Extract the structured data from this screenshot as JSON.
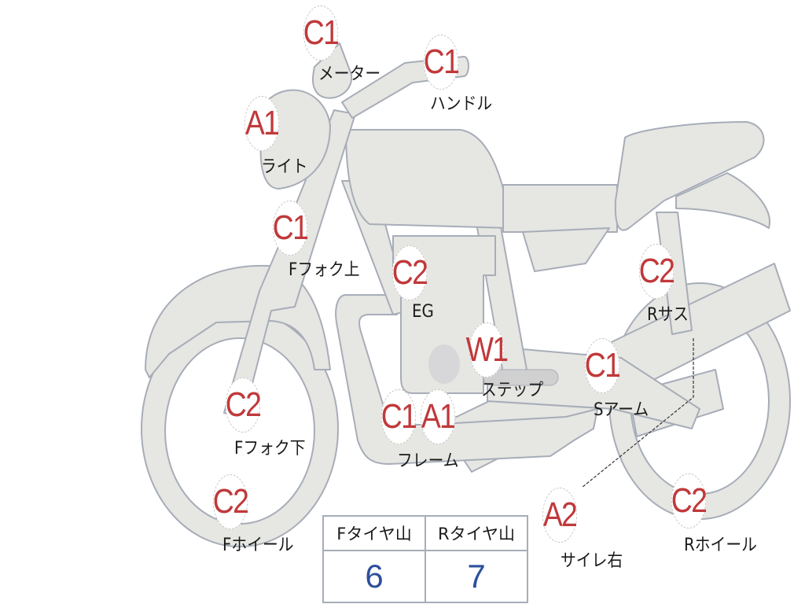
{
  "diagram": {
    "subject": "motorcycle inspection diagram",
    "colors": {
      "part_fill": "#e6e6e2",
      "part_stroke": "#a7adb8",
      "grade_text": "#c0393b",
      "label_text": "#1a1a1a",
      "table_value": "#2e4f9c"
    },
    "markers": [
      {
        "id": "meter",
        "grade": "C1",
        "label": "メーター"
      },
      {
        "id": "handle",
        "grade": "C1",
        "label": "ハンドル"
      },
      {
        "id": "light",
        "grade": "A1",
        "label": "ライト"
      },
      {
        "id": "ffork-upper",
        "grade": "C1",
        "label": "Fフォク上"
      },
      {
        "id": "engine",
        "grade": "C2",
        "label": "EG"
      },
      {
        "id": "rsus",
        "grade": "C2",
        "label": "Rサス"
      },
      {
        "id": "step",
        "grade": "W1",
        "label": "ステップ"
      },
      {
        "id": "swingarm",
        "grade": "C1",
        "label": "Sアーム"
      },
      {
        "id": "ffork-lower",
        "grade": "C2",
        "label": "Fフォク下"
      },
      {
        "id": "frame-c",
        "grade": "C1",
        "label": ""
      },
      {
        "id": "frame-a",
        "grade": "A1",
        "label": "フレーム"
      },
      {
        "id": "fwheel",
        "grade": "C2",
        "label": "Fホイール"
      },
      {
        "id": "silencer-right",
        "grade": "A2",
        "label": "サイレ右"
      },
      {
        "id": "rwheel",
        "grade": "C2",
        "label": "Rホイール"
      }
    ],
    "tire_table": {
      "headers": [
        "Fタイヤ山",
        "Rタイヤ山"
      ],
      "values": [
        "6",
        "7"
      ]
    }
  }
}
